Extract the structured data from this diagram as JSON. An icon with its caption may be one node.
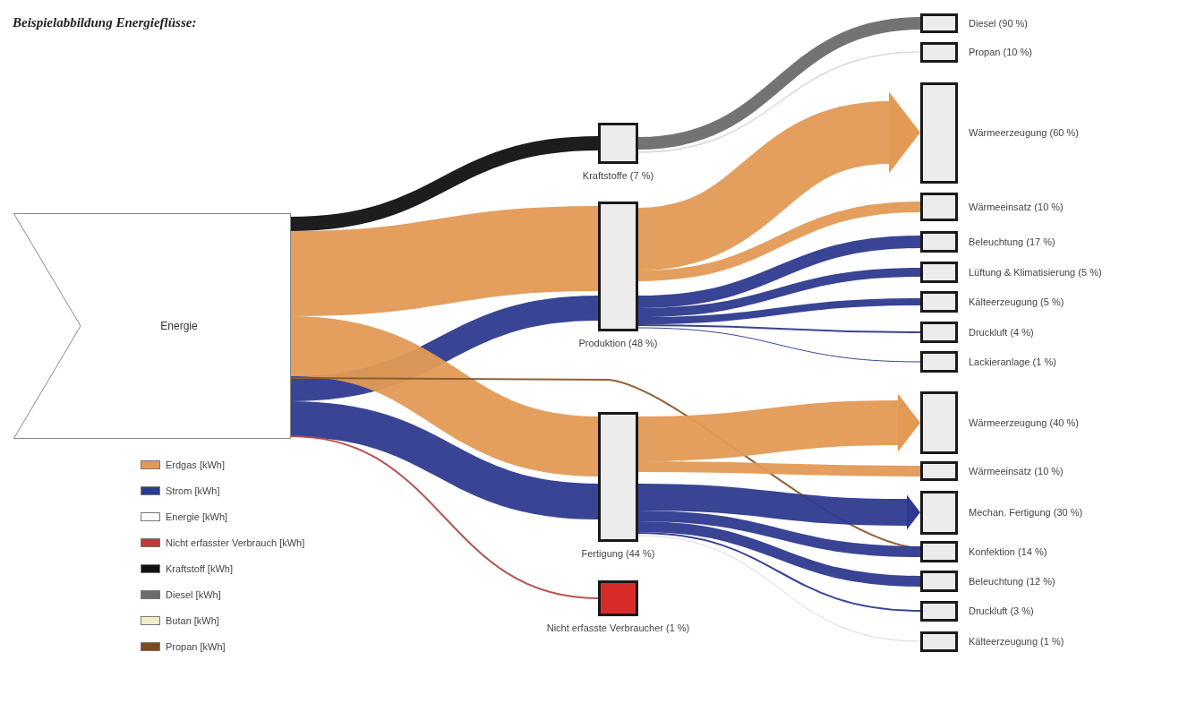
{
  "diagram": {
    "title": "Beispielabbildung Energieflüsse:",
    "nodes": [
      {
        "text": [
          "Energie"
        ]
      },
      {
        "text": [
          "Kraftstoffe (7 %)"
        ]
      },
      {
        "text": [
          "Produktion (48 %)"
        ]
      },
      {
        "text": [
          "Fertigung (44 %)"
        ]
      },
      {
        "text": [
          "Nicht erfasste Verbraucher (1 %)"
        ]
      },
      {
        "text": [
          "Diesel (90 %)"
        ]
      },
      {
        "text": [
          "Propan (10 %)"
        ]
      },
      {
        "text": [
          "Wärmeerzeugung (60 %)"
        ]
      },
      {
        "text": [
          "Wärmeeinsatz (10 %)"
        ]
      },
      {
        "text": [
          "Beleuchtung (17 %)"
        ]
      },
      {
        "text": [
          "Lüftung & Klimatisierung (5 %)"
        ]
      },
      {
        "text": [
          "Kälteerzeugung (5 %)"
        ]
      },
      {
        "text": [
          "Druckluft (4 %)"
        ]
      },
      {
        "text": [
          "Lackieranlage (1 %)"
        ]
      },
      {
        "text": [
          "Wärmeerzeugung (40 %)"
        ]
      },
      {
        "text": [
          "Wärmeeinsatz (10 %)"
        ]
      },
      {
        "text": [
          "Mechan. Fertigung (30 %)"
        ]
      },
      {
        "text": [
          "Konfektion (14 %)"
        ]
      },
      {
        "text": [
          "Beleuchtung (12 %)"
        ]
      },
      {
        "text": [
          "Druckluft (3 %)"
        ]
      },
      {
        "text": [
          "Kälteerzeugung (1 %)"
        ]
      }
    ],
    "edges": [
      {
        "from": 0,
        "to": 1,
        "arrow": "none",
        "color": "#111111"
      },
      {
        "from": 0,
        "to": 2,
        "arrow": "none",
        "style": "thick",
        "color": "#e39a55"
      },
      {
        "from": 0,
        "to": 2,
        "arrow": "none",
        "style": "thick"
      },
      {
        "from": 0,
        "to": 3,
        "arrow": "none",
        "style": "thick",
        "color": "#e39a55"
      },
      {
        "from": 0,
        "to": 3,
        "arrow": "none",
        "style": "thick"
      },
      {
        "from": 0,
        "to": 4,
        "arrow": "none",
        "color": "#b54a4a"
      },
      {
        "from": 0,
        "to": 17,
        "arrow": "none",
        "color": "#8a5a2b"
      },
      {
        "from": 1,
        "to": 5,
        "arrow": "none",
        "color": "#6b6b6b"
      },
      {
        "from": 1,
        "to": 6,
        "arrow": "none",
        "color": "#d6d6de"
      },
      {
        "from": 2,
        "to": 7,
        "arrow": "to",
        "style": "thick",
        "color": "#e39a55"
      },
      {
        "from": 2,
        "to": 8,
        "arrow": "none",
        "color": "#e39a55"
      },
      {
        "from": 2,
        "to": 9,
        "arrow": "none"
      },
      {
        "from": 2,
        "to": 10,
        "arrow": "none"
      },
      {
        "from": 2,
        "to": 11,
        "arrow": "none"
      },
      {
        "from": 2,
        "to": 12,
        "arrow": "none"
      },
      {
        "from": 2,
        "to": 13,
        "arrow": "none"
      },
      {
        "from": 3,
        "to": 14,
        "arrow": "to",
        "style": "thick",
        "color": "#e39a55"
      },
      {
        "from": 3,
        "to": 15,
        "arrow": "none",
        "color": "#e39a55"
      },
      {
        "from": 3,
        "to": 16,
        "arrow": "to",
        "style": "thick"
      },
      {
        "from": 3,
        "to": 17,
        "arrow": "none"
      },
      {
        "from": 3,
        "to": 18,
        "arrow": "none"
      },
      {
        "from": 3,
        "to": 19,
        "arrow": "none"
      },
      {
        "from": 3,
        "to": 20,
        "arrow": "none",
        "color": "#d6d6de"
      }
    ],
    "legend": [
      {
        "text": "Erdgas [kWh]",
        "color": "#e39a55"
      },
      {
        "text": "Strom [kWh]",
        "color": "#2e3a8f"
      },
      {
        "text": "Energie [kWh]",
        "color": "#ffffff"
      },
      {
        "text": "Nicht erfasster Verbrauch [kWh]",
        "color": "#c0393b"
      },
      {
        "text": "Kraftstoff [kWh]",
        "color": "#111111"
      },
      {
        "text": "Diesel [kWh]",
        "color": "#6b6b6b"
      },
      {
        "text": "Butan [kWh]",
        "color": "#f3eccb"
      },
      {
        "text": "Propan [kWh]",
        "color": "#7a4a22"
      }
    ]
  }
}
